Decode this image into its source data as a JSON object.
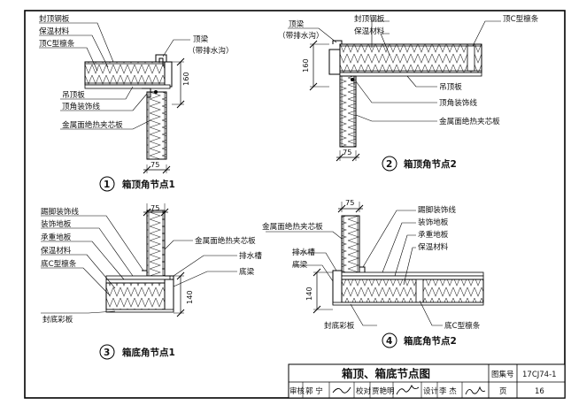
{
  "nodes": {
    "n1": {
      "number": "1",
      "title": "箱顶角节点1",
      "labels": {
        "roof_steel": "封顶钢板",
        "insulation": "保温材料",
        "purlin": "顶C型檩条",
        "beam": "顶梁",
        "beam_note": "（带排水沟）",
        "ceiling": "吊顶板",
        "trim": "顶角装饰线",
        "panel": "金属面绝热夹芯板"
      },
      "dims": {
        "height": "160",
        "width": "75"
      }
    },
    "n2": {
      "number": "2",
      "title": "箱顶角节点2",
      "labels": {
        "beam": "顶梁",
        "beam_note": "（带排水沟）",
        "roof_steel": "封顶钢板",
        "insulation": "保温材料",
        "purlin": "顶C型檩条",
        "ceiling": "吊顶板",
        "trim": "顶角装饰线",
        "panel": "金属面绝热夹芯板"
      },
      "dims": {
        "height": "160",
        "width": "75"
      }
    },
    "n3": {
      "number": "3",
      "title": "箱底角节点1",
      "labels": {
        "skirting": "踢脚装饰线",
        "deco_floor": "装饰地板",
        "bearing_floor": "承重地板",
        "insulation": "保温材料",
        "purlin": "底C型檩条",
        "panel": "金属面绝热夹芯板",
        "gutter": "排水槽",
        "bottom_beam": "底梁",
        "bottom_plate": "封底彩板"
      },
      "dims": {
        "height": "140",
        "width": "75"
      }
    },
    "n4": {
      "number": "4",
      "title": "箱底角节点2",
      "labels": {
        "panel": "金属面绝热夹芯板",
        "gutter": "排水槽",
        "bottom_beam": "底梁",
        "skirting": "踢脚装饰线",
        "deco_floor": "装饰地板",
        "bearing_floor": "承重地板",
        "insulation": "保温材料",
        "purlin": "底C型檩条",
        "bottom_plate": "封底彩板"
      },
      "dims": {
        "height": "140",
        "width": "75"
      }
    }
  },
  "title_block": {
    "drawing_title": "箱顶、箱底节点图",
    "atlas_label": "图集号",
    "atlas_number": "17CJ74-1",
    "review_label": "审核",
    "review_name": "郭 宁",
    "check_label": "校对",
    "check_name": "贾艳明",
    "design_label": "设计",
    "design_name": "李 杰",
    "page_label": "页",
    "page_number": "16"
  }
}
